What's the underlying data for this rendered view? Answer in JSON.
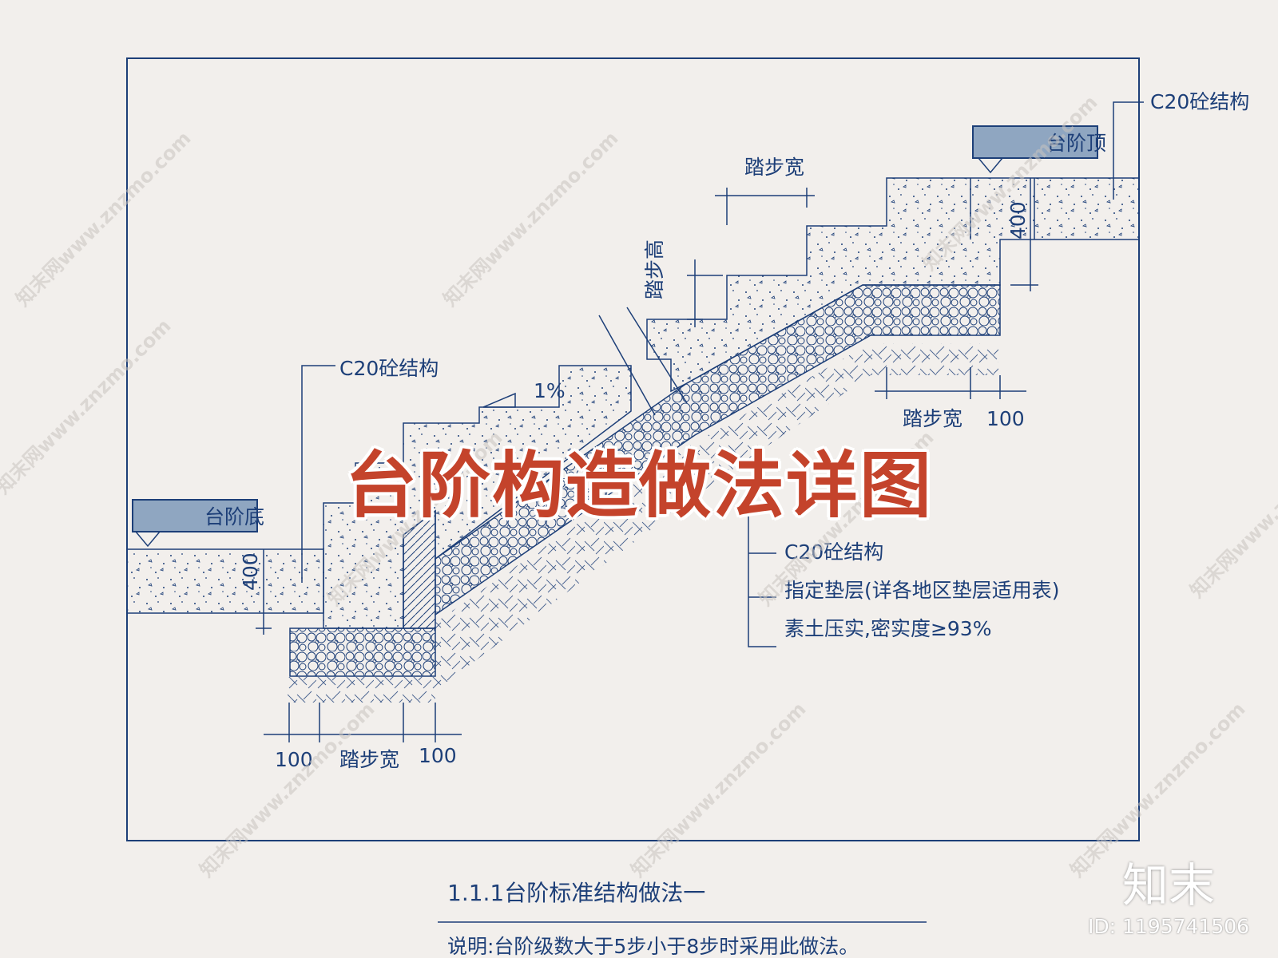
{
  "title": "台阶构造做法详图",
  "labels": {
    "top_material": "C20砼结构",
    "left_material": "C20砼结构",
    "platform_top": "台阶顶",
    "platform_bottom": "台阶底",
    "tread_width_top": "踏步宽",
    "riser_height": "踏步高",
    "slope": "1%",
    "dim_400_right": "400",
    "dim_400_left": "400",
    "tread_width_right": "踏步宽",
    "dim_100_right": "100",
    "dim_100_left": "100",
    "tread_width_bottom": "踏步宽",
    "dim_100_bottom_right": "100"
  },
  "legend": {
    "item1": "C20砼结构",
    "item2": "指定垫层(详各地区垫层适用表)",
    "item3": "素土压实,密实度≥93%"
  },
  "caption": "1.1.1台阶标准结构做法一",
  "note": "说明:台阶级数大于5步小于8步时采用此做法。",
  "watermark": "知末网www.znzmo.com",
  "brand": "知末",
  "image_id": "ID: 1195741506",
  "colors": {
    "line": "#1d3f78",
    "title": "#c4432b",
    "tag_fill": "#8fa6c1"
  }
}
